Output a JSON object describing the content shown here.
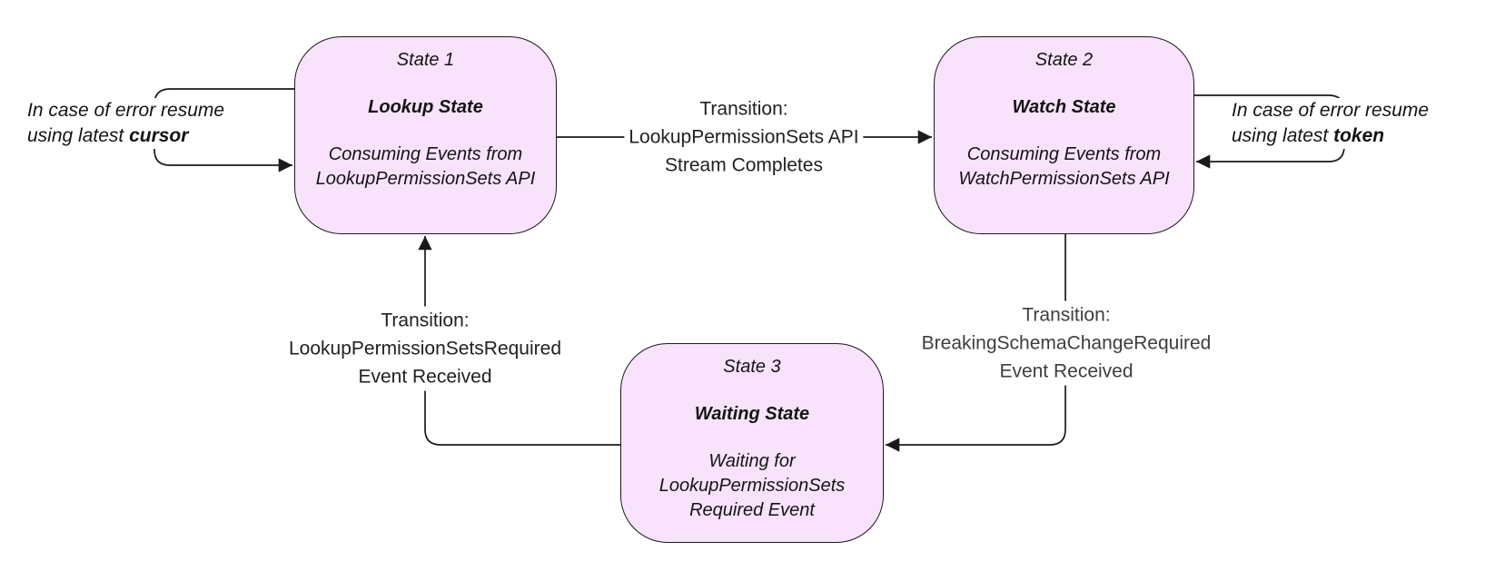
{
  "colors": {
    "state_fill": "#f8e2fc",
    "stroke": "#1a1a1a",
    "text": "#141414",
    "transition_text": "#212121",
    "transition_text_muted": "#3e3e3e",
    "background": "#ffffff"
  },
  "diagram": {
    "states": [
      {
        "label": "State 1",
        "title": "Lookup State",
        "description": "Consuming Events from LookupPermissionSets API"
      },
      {
        "label": "State 2",
        "title": "Watch State",
        "description": "Consuming Events from WatchPermissionSets API"
      },
      {
        "label": "State 3",
        "title": "Waiting State",
        "description": "Waiting for LookupPermissionSets Required Event"
      }
    ],
    "transitions": [
      {
        "from": "State 1",
        "to": "State 2",
        "lines": [
          "Transition:",
          "LookupPermissionSets API",
          "Stream Completes"
        ]
      },
      {
        "from": "State 2",
        "to": "State 3",
        "lines": [
          "Transition:",
          "BreakingSchemaChangeRequired",
          "Event Received"
        ]
      },
      {
        "from": "State 3",
        "to": "State 1",
        "lines": [
          "Transition:",
          "LookupPermissionSetsRequired",
          "Event Received"
        ]
      }
    ],
    "error_loops": [
      {
        "state": "State 1",
        "text": "In case of error resume using latest ",
        "keyword": "cursor"
      },
      {
        "state": "State 2",
        "text": "In case of error resume using latest ",
        "keyword": "token"
      }
    ]
  }
}
